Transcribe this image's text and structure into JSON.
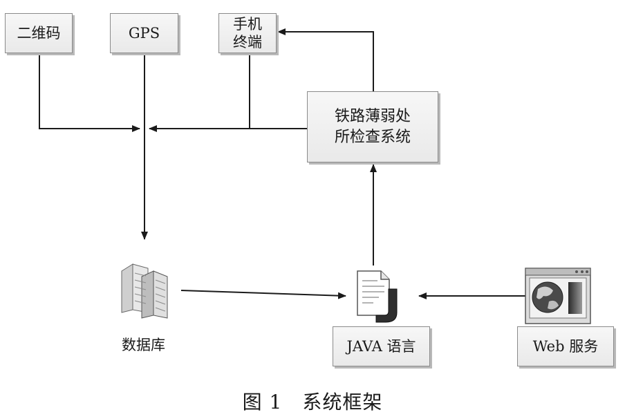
{
  "nodes": {
    "qrcode": "二维码",
    "gps": "GPS",
    "mobile_line1": "手机",
    "mobile_line2": "终端",
    "system_line1": "铁路薄弱处",
    "system_line2": "所检查系统",
    "database": "数据库",
    "java": "JAVA 语言",
    "web": "Web 服务"
  },
  "caption": "图 1　系统框架",
  "colors": {
    "line": "#1a1a1a",
    "border": "#8a8a8a",
    "box_fill": "#efefef"
  },
  "icons": [
    "database-server-icon",
    "java-document-icon",
    "web-browser-globe-icon"
  ]
}
